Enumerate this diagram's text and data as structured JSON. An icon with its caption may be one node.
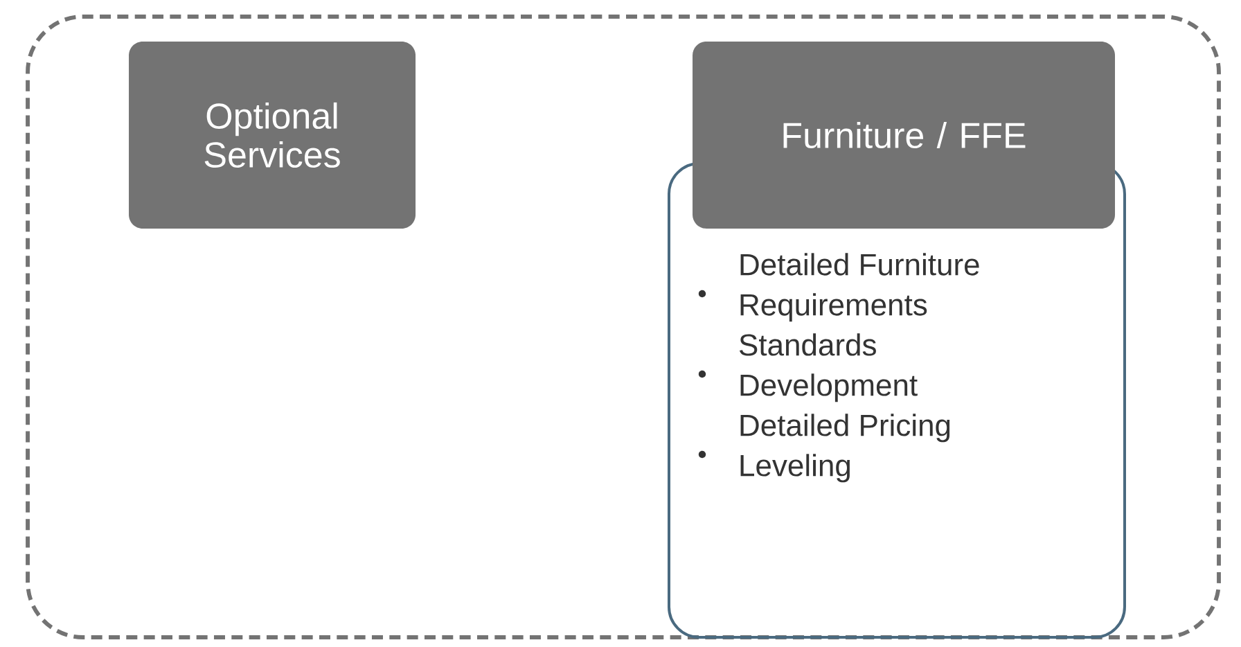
{
  "diagram": {
    "nodes": [
      {
        "text": [],
        "shape": "box"
      },
      {
        "text": [
          "Optional Services"
        ],
        "in": 0
      },
      {
        "text": [
          "Detailed Furniture Requirements",
          "Standards Development",
          "Detailed Pricing Leveling"
        ],
        "in": 0
      },
      {
        "text": [
          "Furniture / FFE"
        ],
        "in": 0
      }
    ]
  }
}
